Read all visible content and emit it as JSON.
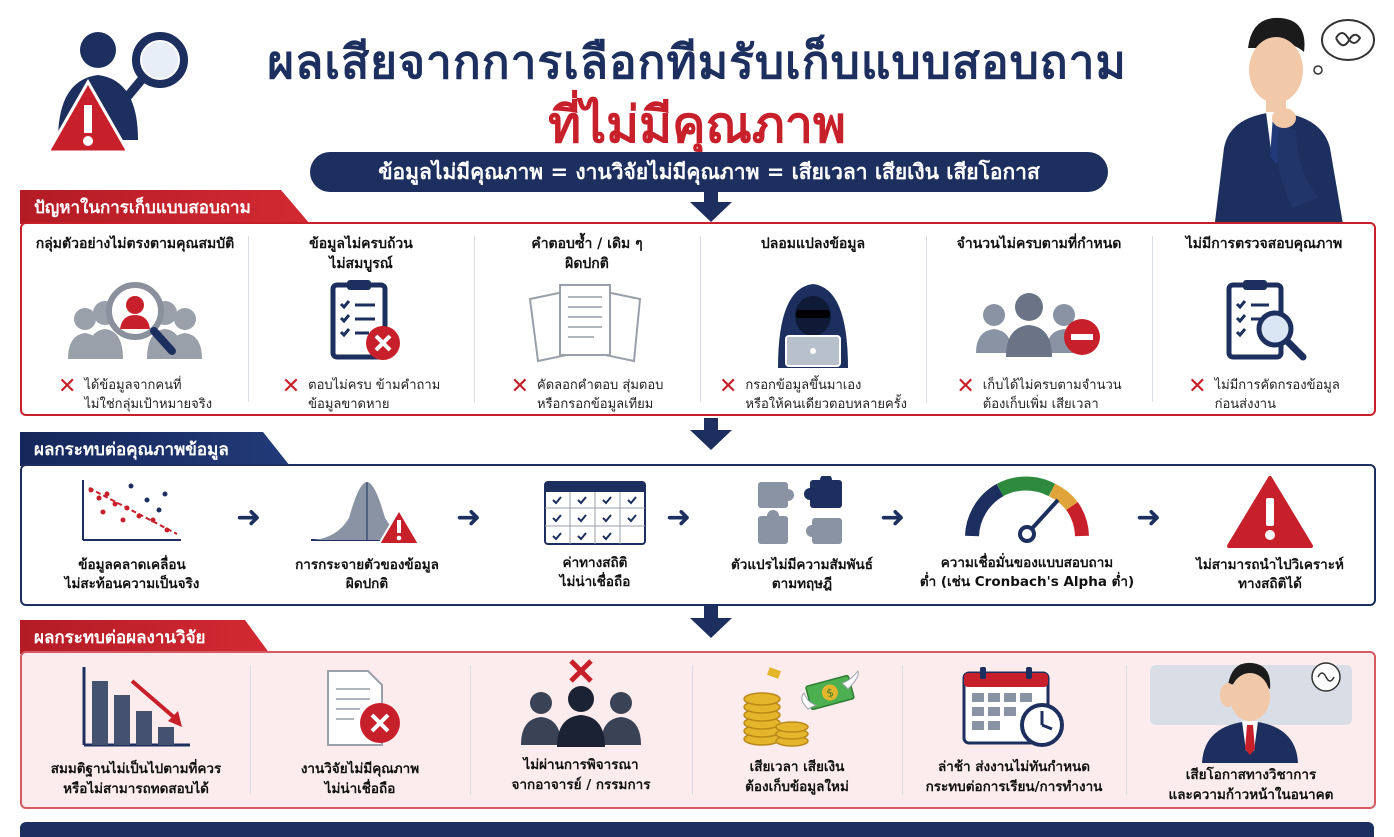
{
  "header": {
    "title_line1": "ผลเสียจากการเลือกทีมรับเก็บแบบสอบถาม",
    "title_line2": "ที่ไม่มีคุณภาพ",
    "banner": "ข้อมูลไม่มีคุณภาพ = งานวิจัยไม่มีคุณภาพ = เสียเวลา เสียเงิน เสียโอกาส"
  },
  "problems": {
    "heading": "ปัญหาในการเก็บแบบสอบถาม",
    "items": [
      {
        "title": "กลุ่มตัวอย่างไม่ตรงตามคุณสมบัติ",
        "desc1": "ได้ข้อมูลจากคนที่",
        "desc2": "ไม่ใช่กลุ่มเป้าหมายจริง",
        "icon": "people-magnifier-icon"
      },
      {
        "title": "ข้อมูลไม่ครบถ้วน",
        "title2": "ไม่สมบูรณ์",
        "desc1": "ตอบไม่ครบ ข้ามคำถาม",
        "desc2": "ข้อมูลขาดหาย",
        "icon": "clipboard-x-icon"
      },
      {
        "title": "คำตอบซ้ำ / เดิม ๆ",
        "title2": "ผิดปกติ",
        "desc1": "คัดลอกคำตอบ สุ่มตอบ",
        "desc2": "หรือกรอกข้อมูลเทียม",
        "icon": "documents-icon"
      },
      {
        "title": "ปลอมแปลงข้อมูล",
        "desc1": "กรอกข้อมูลขึ้นมาเอง",
        "desc2": "หรือให้คนเดียวตอบหลายครั้ง",
        "icon": "hacker-icon"
      },
      {
        "title": "จำนวนไม่ครบตามที่กำหนด",
        "desc1": "เก็บได้ไม่ครบตามจำนวน",
        "desc2": "ต้องเก็บเพิ่ม เสียเวลา",
        "icon": "group-minus-icon"
      },
      {
        "title": "ไม่มีการตรวจสอบคุณภาพ",
        "desc1": "ไม่มีการคัดกรองข้อมูล",
        "desc2": "ก่อนส่งงาน",
        "icon": "clipboard-search-icon"
      }
    ]
  },
  "data_effects": {
    "heading": "ผลกระทบต่อคุณภาพข้อมูล",
    "items": [
      {
        "line1": "ข้อมูลคลาดเคลื่อน",
        "line2": "ไม่สะท้อนความเป็นจริง",
        "icon": "scatter-decline-icon"
      },
      {
        "line1": "การกระจายตัวของข้อมูล",
        "line2": "ผิดปกติ",
        "icon": "bell-curve-warning-icon"
      },
      {
        "line1": "ค่าทางสถิติ",
        "line2": "ไม่น่าเชื่อถือ",
        "icon": "table-check-icon"
      },
      {
        "line1": "ตัวแปรไม่มีความสัมพันธ์",
        "line2": "ตามทฤษฎี",
        "icon": "puzzle-icon"
      },
      {
        "line1": "ความเชื่อมั่นของแบบสอบถาม",
        "line2": "ต่ำ (เช่น Cronbach's Alpha ต่ำ)",
        "icon": "gauge-icon"
      },
      {
        "line1": "ไม่สามารถนำไปวิเคราะห์",
        "line2": "ทางสถิติได้",
        "icon": "warning-triangle-icon"
      }
    ]
  },
  "research_effects": {
    "heading": "ผลกระทบต่อผลงานวิจัย",
    "items": [
      {
        "line1": "สมมติฐานไม่เป็นไปตามที่ควร",
        "line2": "หรือไม่สามารถทดสอบได้",
        "icon": "bar-decline-icon"
      },
      {
        "line1": "งานวิจัยไม่มีคุณภาพ",
        "line2": "ไม่น่าเชื่อถือ",
        "icon": "document-x-icon"
      },
      {
        "line1": "ไม่ผ่านการพิจารณา",
        "line2": "จากอาจารย์ / กรรมการ",
        "icon": "committee-x-icon"
      },
      {
        "line1": "เสียเวลา เสียเงิน",
        "line2": "ต้องเก็บข้อมูลใหม่",
        "icon": "coins-flying-money-icon"
      },
      {
        "line1": "ล่าช้า ส่งงานไม่ทันกำหนด",
        "line2": "กระทบต่อการเรียน/การทำงาน",
        "icon": "calendar-clock-icon"
      },
      {
        "line1": "เสียโอกาสทางวิชาการ",
        "line2": "และความก้าวหน้าในอนาคต",
        "icon": "stressed-man-icon"
      }
    ]
  },
  "colors": {
    "navy": "#1c2f5e",
    "red": "#c8202b",
    "pink_bg": "#fcecee"
  }
}
